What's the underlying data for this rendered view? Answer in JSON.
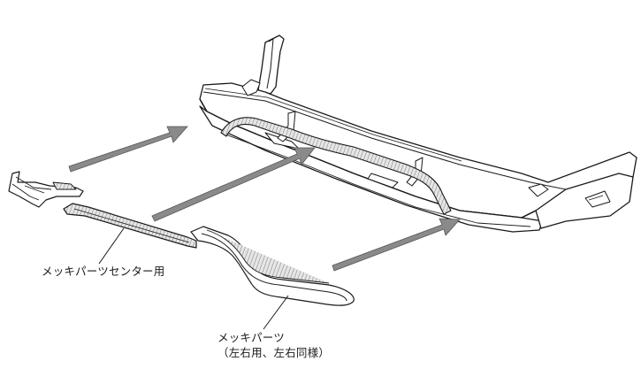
{
  "labels": {
    "center_part": "メッキパーツセンター用",
    "side_part_line1": "メッキパーツ",
    "side_part_line2": "（左右用、左右同様）"
  },
  "colors": {
    "line": "#1a1a1a",
    "arrow_fill": "#8a8a8a",
    "part_fill": "#ffffff",
    "chrome_fill": "#d9d9d9"
  }
}
